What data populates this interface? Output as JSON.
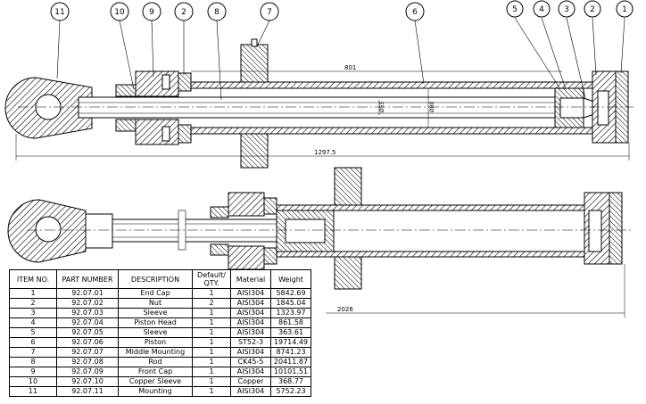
{
  "balloons": [
    "11",
    "10",
    "9",
    "2",
    "8",
    "7",
    "6",
    "5",
    "4",
    "3",
    "2",
    "1"
  ],
  "dimensions": {
    "stroke_length": "801",
    "rod_diameter": "Ø55",
    "bore_diameter": "Ø80",
    "retracted_length": "1297.5",
    "extended_length": "2026"
  },
  "bom": {
    "headers": [
      "ITEM NO.",
      "PART NUMBER",
      "DESCRIPTION",
      "Default/ QTY.",
      "Material",
      "Weight"
    ],
    "rows": [
      [
        "1",
        "92.07.01",
        "End Cap",
        "1",
        "AISI304",
        "5842.69"
      ],
      [
        "2",
        "92.07.02",
        "Nut",
        "2",
        "AISI304",
        "1845.04"
      ],
      [
        "3",
        "92.07.03",
        "Sleeve",
        "1",
        "AISI304",
        "1323.97"
      ],
      [
        "4",
        "92.07.04",
        "Piston Head",
        "1",
        "AISI304",
        "861.58"
      ],
      [
        "5",
        "92.07.05",
        "Sleeve",
        "1",
        "AISI304",
        "363.61"
      ],
      [
        "6",
        "92.07.06",
        "Piston",
        "1",
        "ST52-3",
        "19714.49"
      ],
      [
        "7",
        "92.07.07",
        "Middle Mounting",
        "1",
        "AISI304",
        "8741.23"
      ],
      [
        "8",
        "92.07.08",
        "Rod",
        "1",
        "CK45-5",
        "20411.87"
      ],
      [
        "9",
        "92.07.09",
        "Front Cap",
        "1",
        "AISI304",
        "10101.51"
      ],
      [
        "10",
        "92.07.10",
        "Copper Sleeve",
        "1",
        "Copper",
        "368.77"
      ],
      [
        "11",
        "92.07.11",
        "Mounting",
        "1",
        "AISI304",
        "5752.23"
      ]
    ]
  }
}
